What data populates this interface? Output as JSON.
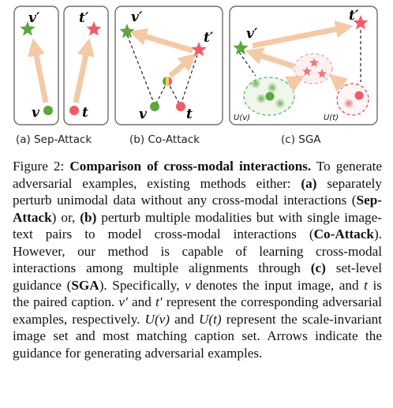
{
  "figure": {
    "panels": [
      {
        "subcaption": "(a) Sep-Attack",
        "labels": {
          "v_adv": "v′",
          "t_adv": "t′",
          "v": "v",
          "t": "t"
        }
      },
      {
        "subcaption": "(b) Co-Attack",
        "labels": {
          "v_adv": "v′",
          "t_adv": "t′",
          "v": "v",
          "t": "t"
        }
      },
      {
        "subcaption": "(c) SGA",
        "labels": {
          "v_adv": "v′",
          "t_adv": "t′",
          "Uv": "U(v)",
          "Ut": "U(t)"
        }
      }
    ]
  },
  "caption": {
    "figure_label": "Figure 2:",
    "title": "Comparison of cross-modal interactions.",
    "seg1": " To generate adversarial examples, existing methods either: ",
    "a_marker": "(a)",
    "seg2": " separately perturb unimodal data without any cross-modal interactions (",
    "sep_attack": "Sep-Attack",
    "seg3": ") or, ",
    "b_marker": "(b)",
    "seg4": " perturb multiple modalities but with single image-text pairs to model cross-modal interactions (",
    "co_attack": "Co-Attack",
    "seg5": "). However, our method is capable of learning cross-modal interactions among multiple alignments through ",
    "c_marker": "(c)",
    "seg6": " set-level guidance (",
    "sga": "SGA",
    "seg7": "). Specifically, ",
    "v1": "v",
    "seg8": " denotes the input image, and ",
    "t1": "t",
    "seg9": " is the paired caption. ",
    "v_prime": "v′",
    "seg10": " and ",
    "t_prime": "t′",
    "seg11": " represent the corresponding adversarial examples, respectively. ",
    "Uv": "U(v)",
    "seg12": " and ",
    "Ut": "U(t)",
    "seg13": " represent the scale-invariant image set and most matching caption set. Arrows indicate the guidance for generating adversarial examples."
  },
  "colors": {
    "green": "#5da641",
    "red": "#f25a66",
    "arrow": "#f4c9a6",
    "panel_border": "#555555"
  }
}
